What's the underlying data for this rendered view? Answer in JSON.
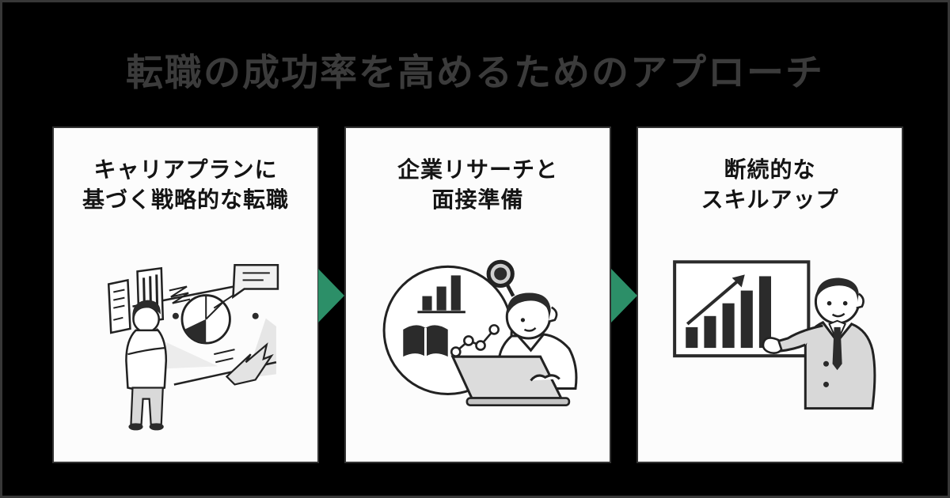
{
  "page": {
    "background": "#000000",
    "frame_border_color": "#373737"
  },
  "header": {
    "title": "転職の成功率を高めるためのアプローチ",
    "title_color": "#3b3b3b"
  },
  "card_style": {
    "background": "#fcfcfc",
    "border_color": "#333333",
    "text_color": "#141414"
  },
  "arrow": {
    "color": "#2c8f68",
    "direction": "right"
  },
  "steps": [
    {
      "title_line1": "キャリアプランに",
      "title_line2": "基づく戦略的な転職",
      "illustration": "person-thinking-at-strategy-board"
    },
    {
      "title_line1": "企業リサーチと",
      "title_line2": "面接準備",
      "illustration": "person-researching-on-laptop-with-magnifier"
    },
    {
      "title_line1": "断続的な",
      "title_line2": "スキルアップ",
      "illustration": "person-presenting-growth-bar-chart"
    }
  ]
}
